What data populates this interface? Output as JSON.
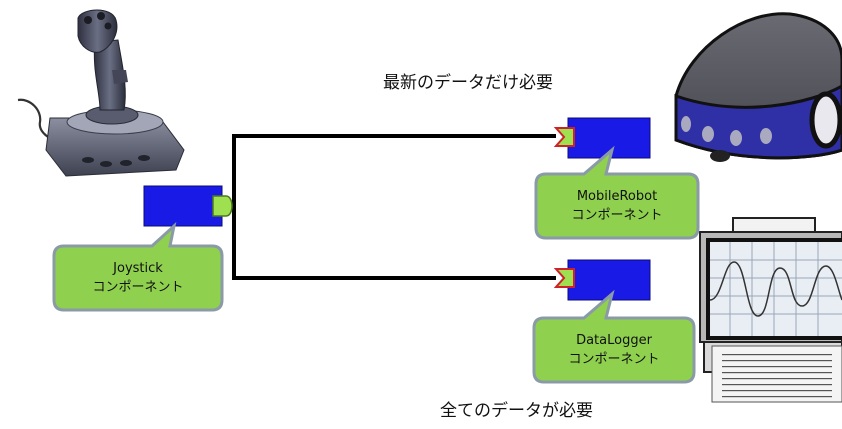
{
  "diagram": {
    "top_label": "最新のデータだけ必要",
    "bottom_label": "全てのデータが必要",
    "components": [
      {
        "id": "joystick",
        "name": "Joystick",
        "subtitle": "コンポーネント"
      },
      {
        "id": "mobilerobot",
        "name": "MobileRobot",
        "subtitle": "コンポーネント"
      },
      {
        "id": "datalogger",
        "name": "DataLogger",
        "subtitle": "コンポーネント"
      }
    ],
    "colors": {
      "component_fill": "#1a1ae6",
      "outport_fill": "#9ee04f",
      "inport_fill": "#9ee04f",
      "inport_border": "#d0202a",
      "callout_fill": "#8fd14f",
      "callout_border": "#8a9aa6",
      "wire": "#000000"
    },
    "icons": [
      "joystick-icon",
      "robot-icon",
      "oscilloscope-icon"
    ]
  }
}
